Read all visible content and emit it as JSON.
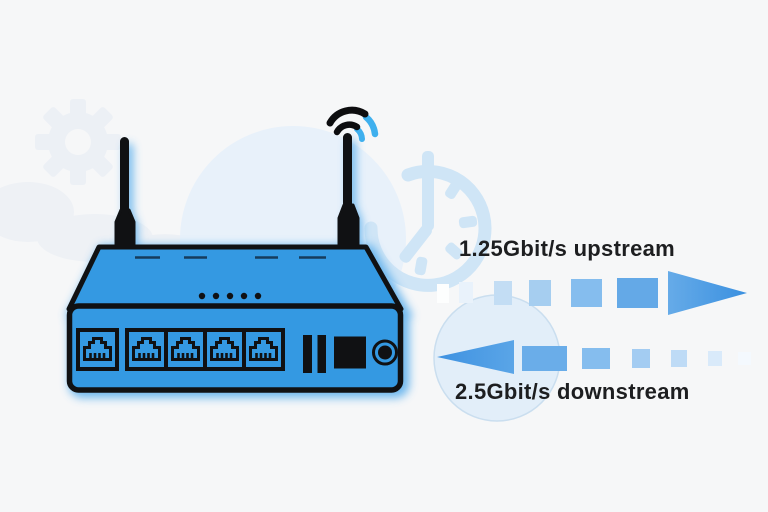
{
  "illustration": {
    "title": "router-speed-illustration",
    "labels": {
      "upstream": "1.25Gbit/s upstream",
      "downstream": "2.5Gbit/s downstream"
    },
    "arrows": {
      "upstream": {
        "direction": "right",
        "segments": 6,
        "style": "fading-dashes-growing-toward-head"
      },
      "downstream": {
        "direction": "left",
        "segments": 6,
        "style": "fading-dashes-growing-toward-head"
      }
    },
    "router": {
      "ethernet_ports": 5,
      "antennas": 2,
      "front_elements": [
        "ethernet-port x5",
        "vent-bar x2",
        "power-switch-square",
        "power-port-round"
      ],
      "top_elements": [
        "vent-dash x4",
        "led-dot x5"
      ]
    },
    "background_icons": [
      "gear-icon",
      "clock-icon",
      "circle-backdrop",
      "circle-backdrop-small"
    ],
    "colors": {
      "background": "#f6f7f8",
      "router_blue": "#3499e2",
      "outline_black": "#101113",
      "glow_blue": "#58adec",
      "wifi_blue": "#3fb0ee",
      "arrow_head_blue": "#4a9ae3",
      "decoration_light_blue": "#cfe5f6",
      "backdrop_circle": "#e8f1fa",
      "text": "#1d1e20"
    }
  }
}
